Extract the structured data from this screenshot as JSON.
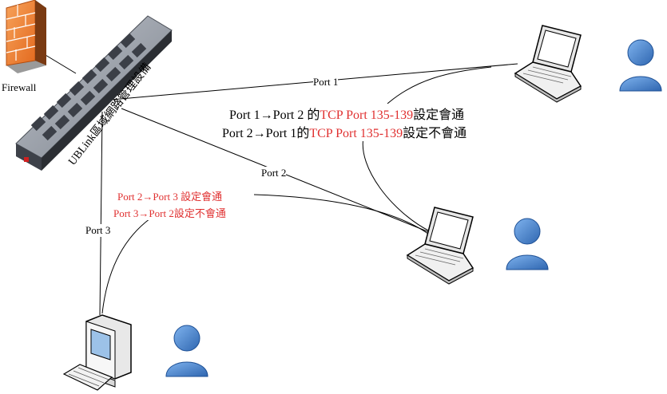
{
  "firewall": {
    "label": "Firewall"
  },
  "switch": {
    "label": "UBLink區域網路管理設備"
  },
  "links": {
    "port1": "Port 1",
    "port2": "Port 2",
    "port3": "Port 3"
  },
  "rules_1_2": {
    "line1": {
      "a": "Port 1",
      "arrow": "→",
      "b": "Port 2 的",
      "red": "TCP Port 135-139",
      "c": "設定會通"
    },
    "line2": {
      "a": "Port 2",
      "arrow": "→",
      "b": "Port 1的",
      "red": "TCP Port 135-139",
      "c": "設定不會通"
    }
  },
  "rules_2_3": {
    "line1": {
      "a": "Port 2",
      "arrow": "→",
      "b": "Port 3 設定會通"
    },
    "line2": {
      "a": "Port 3",
      "arrow": "→",
      "b": "Port 2設定不會通"
    }
  },
  "colors": {
    "accent_red": "#e03030",
    "user_blue": "#3f7fc9"
  }
}
